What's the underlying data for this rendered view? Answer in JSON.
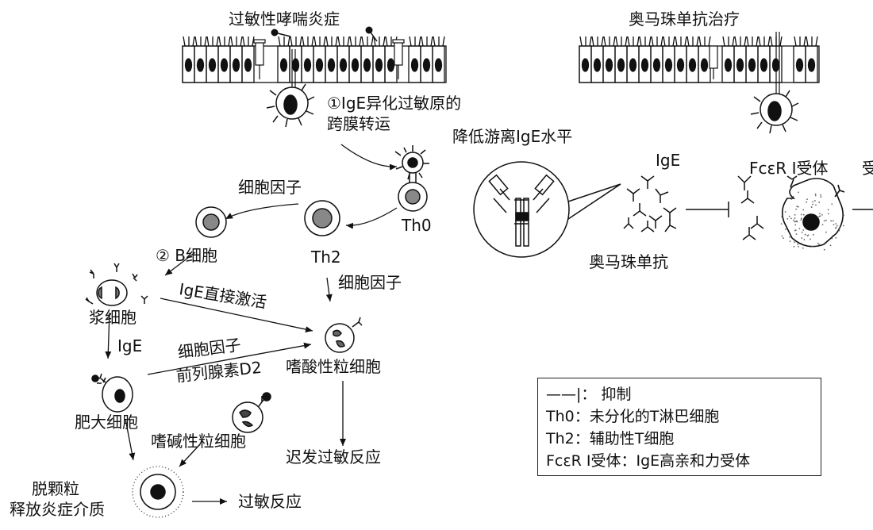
{
  "labels": {
    "allergic_asthma": "过敏性哮喘炎症",
    "omalizumab_therapy": "奥马珠单抗治疗",
    "step1_line1": "①IgE异化过敏原的",
    "step1_line2": "跨膜转运",
    "reduce_ige": "降低游离IgE水平",
    "ige": "IgE",
    "fceri_receptor": "FcεR Ⅰ受体",
    "receptor_cut": "受",
    "omalizumab": "奥马珠单抗",
    "cytokine_top": "细胞因子",
    "th0": "Th0",
    "th2": "Th2",
    "step2_b_cell": "②  B细胞",
    "cytokine_th2": "细胞因子",
    "plasma_cell": "浆细胞",
    "ige_direct_activation": "IgE直接激活",
    "ige_arrow": "IgE",
    "cytokine_mast": "细胞因子",
    "prostaglandin": "前列腺素D2",
    "eosinophil": "嗜酸性粒细胞",
    "mast_cell": "肥大细胞",
    "basophil": "嗜碱性粒细胞",
    "late_reaction": "迟发过敏反应",
    "degranulation_line1": "脱颗粒",
    "degranulation_line2": "释放炎症介质",
    "allergic_reaction": "过敏反应"
  },
  "legend": {
    "inhibit": "——|：  抑制",
    "th0_def": "Th0：未分化的T淋巴细胞",
    "th2_def": "Th2：辅助性T细胞",
    "fceri_def": "FcεR Ⅰ受体：IgE高亲和力受体"
  }
}
